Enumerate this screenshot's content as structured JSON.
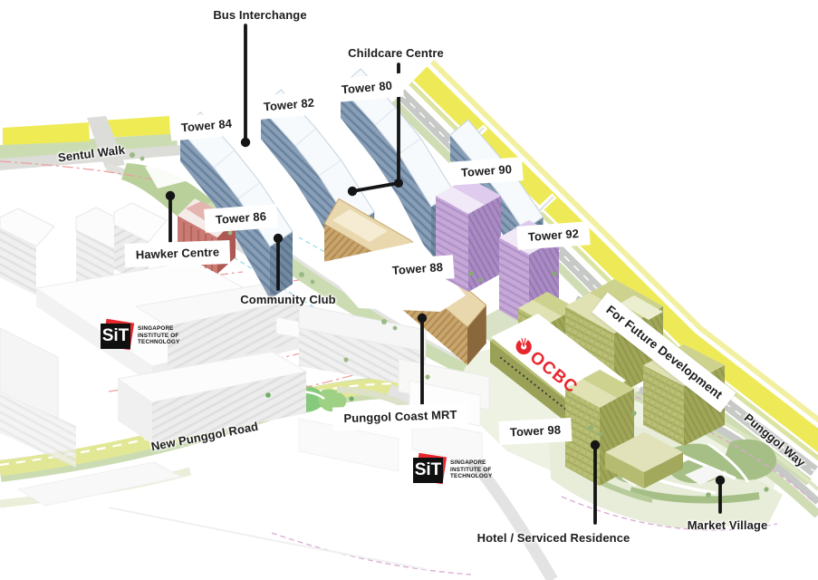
{
  "map": {
    "callout_labels": [
      {
        "id": "bus-interchange",
        "label": "Bus Interchange"
      },
      {
        "id": "childcare-centre",
        "label": "Childcare Centre"
      },
      {
        "id": "community-club",
        "label": "Community Club"
      },
      {
        "id": "hotel-serviced-residence",
        "label": "Hotel / Serviced Residence"
      },
      {
        "id": "market-village",
        "label": "Market Village"
      }
    ],
    "boxed_labels": [
      {
        "id": "tower-84",
        "label": "Tower 84"
      },
      {
        "id": "tower-82",
        "label": "Tower 82"
      },
      {
        "id": "tower-80",
        "label": "Tower 80"
      },
      {
        "id": "tower-86",
        "label": "Tower 86"
      },
      {
        "id": "tower-88",
        "label": "Tower 88"
      },
      {
        "id": "tower-90",
        "label": "Tower 90"
      },
      {
        "id": "tower-92",
        "label": "Tower 92"
      },
      {
        "id": "tower-98",
        "label": "Tower 98"
      },
      {
        "id": "hawker-centre",
        "label": "Hawker Centre"
      },
      {
        "id": "punggol-coast-mrt",
        "label": "Punggol Coast MRT"
      }
    ],
    "road_labels": [
      {
        "id": "sentul-walk",
        "label": "Sentul Walk"
      },
      {
        "id": "new-punggol-road",
        "label": "New Punggol Road"
      },
      {
        "id": "punggol-way",
        "label": "Punggol Way"
      }
    ],
    "zone_labels": [
      {
        "id": "for-future-development",
        "label": "For Future Development"
      }
    ],
    "logos": {
      "sit": {
        "monogram": "SiT",
        "line1": "SINGAPORE",
        "line2": "INSTITUTE OF",
        "line3": "TECHNOLOGY"
      },
      "ocbc": {
        "wordmark": "OCBC"
      }
    },
    "colors": {
      "tower_blue": "#8ba0b7",
      "tower_blue_dark": "#6a84a0",
      "tower_red": "#c97a73",
      "tower_tan": "#c8a269",
      "tower_purple": "#c2a3d5",
      "tower_green": "#b9bf75",
      "road_yellow": "#eeeb55",
      "road_pale": "#e2e795",
      "greenery": "#ccdcb2",
      "garden_green": "#a6bf86",
      "label_ink": "#1c1c1c",
      "ocbc_red": "#e8262d"
    }
  }
}
